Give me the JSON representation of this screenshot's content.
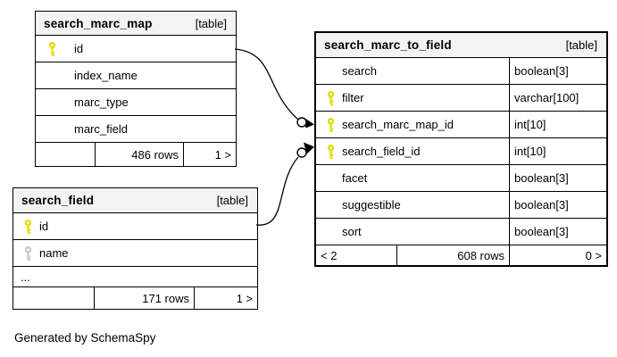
{
  "diagram": {
    "note": "Generated by SchemaSpy",
    "colors": {
      "primary_key": "#e0e000",
      "index_key": "#c8c8c8",
      "header_bg": "#f3f3f3",
      "line": "#000000"
    },
    "tables": [
      {
        "name": "search_marc_map",
        "tag": "[table]",
        "columns": [
          {
            "name": "id",
            "key": "primary",
            "type": ""
          },
          {
            "name": "index_name",
            "key": "",
            "type": ""
          },
          {
            "name": "marc_type",
            "key": "",
            "type": ""
          },
          {
            "name": "marc_field",
            "key": "",
            "type": ""
          }
        ],
        "footer": {
          "degree_left": "",
          "row_count": "486 rows",
          "degree_right": "1 >"
        }
      },
      {
        "name": "search_field",
        "tag": "[table]",
        "columns": [
          {
            "name": "id",
            "key": "primary",
            "type": ""
          },
          {
            "name": "name",
            "key": "index",
            "type": ""
          },
          {
            "name": "...",
            "key": "",
            "type": ""
          }
        ],
        "footer": {
          "degree_left": "",
          "row_count": "171 rows",
          "degree_right": "1 >"
        }
      },
      {
        "name": "search_marc_to_field",
        "tag": "[table]",
        "columns": [
          {
            "name": "search",
            "key": "",
            "type": "boolean[3]"
          },
          {
            "name": "filter",
            "key": "primary",
            "type": "varchar[100]"
          },
          {
            "name": "search_marc_map_id",
            "key": "primary",
            "type": "int[10]"
          },
          {
            "name": "search_field_id",
            "key": "primary",
            "type": "int[10]"
          },
          {
            "name": "facet",
            "key": "",
            "type": "boolean[3]"
          },
          {
            "name": "suggestible",
            "key": "",
            "type": "boolean[3]"
          },
          {
            "name": "sort",
            "key": "",
            "type": "boolean[3]"
          }
        ],
        "footer": {
          "degree_left": "< 2",
          "row_count": "608 rows",
          "degree_right": "0 >"
        }
      }
    ],
    "relations": [
      {
        "from": "search_marc_map.id",
        "to": "search_marc_to_field.search_marc_map_id"
      },
      {
        "from": "search_field.id",
        "to": "search_marc_to_field.search_field_id"
      }
    ]
  }
}
